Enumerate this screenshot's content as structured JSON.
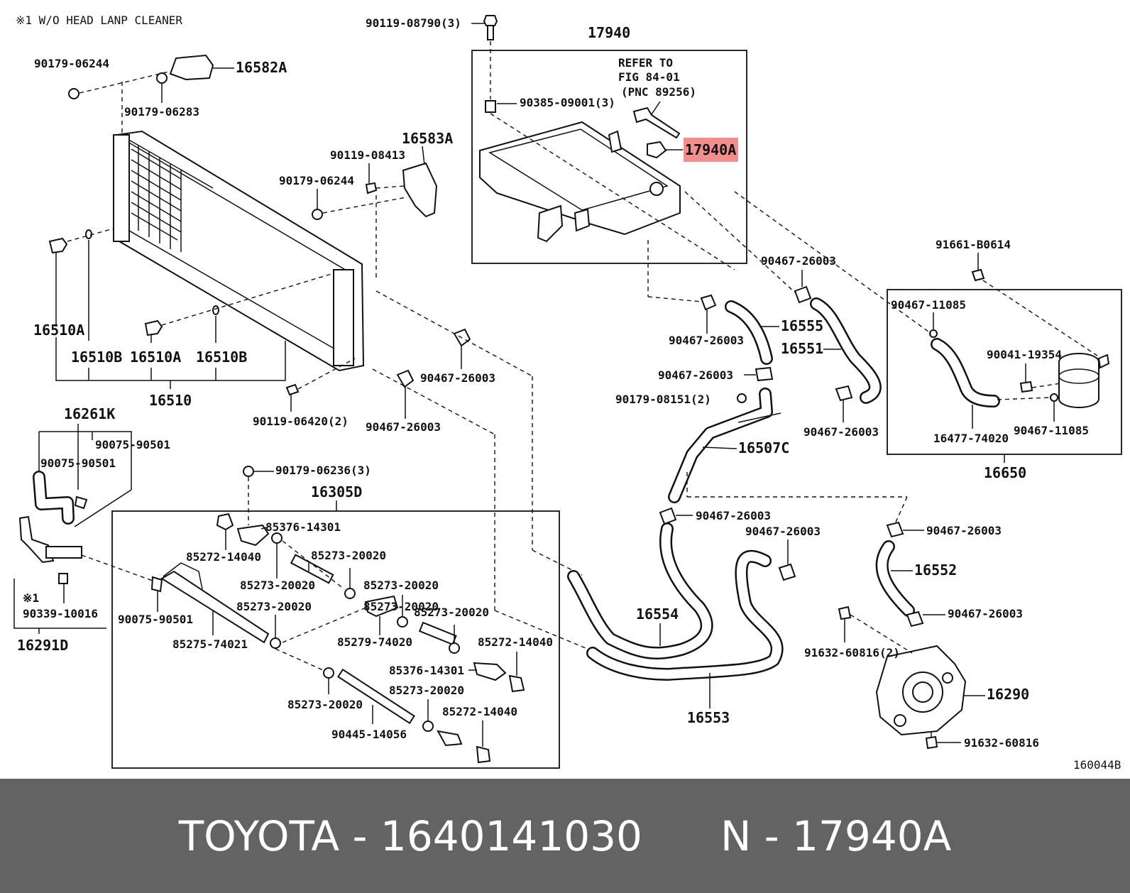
{
  "note": "※1 W/O HEAD LANP CLEANER",
  "refer": [
    "REFER TO",
    "FIG 84-01",
    "(PNC 89256)"
  ],
  "labels": {
    "p90119_08790": "90119-08790(3)",
    "p17940": "17940",
    "p90179_06244a": "90179-06244",
    "p16582A": "16582A",
    "p90179_06283": "90179-06283",
    "p90385_09001": "90385-09001(3)",
    "p17940A": "17940A",
    "p16583A": "16583A",
    "p90119_08413": "90119-08413",
    "p90179_06244b": "90179-06244",
    "p91661_B0614": "91661-B0614",
    "p90467_26003_a": "90467-26003",
    "p90467_11085_a": "90467-11085",
    "p16555": "16555",
    "p90467_26003_b": "90467-26003",
    "p16551": "16551",
    "p90041_19354": "90041-19354",
    "p16510A_a": "16510A",
    "p16510B_a": "16510B",
    "p16510A_b": "16510A",
    "p16510B_b": "16510B",
    "p16510": "16510",
    "p90467_26003_c": "90467-26003",
    "p90467_26003_d": "90467-26003",
    "p90179_08151": "90179-08151(2)",
    "p90467_26003_e": "90467-26003",
    "p16477_74020": "16477-74020",
    "p90467_11085_b": "90467-11085",
    "p16650": "16650",
    "p90119_06420": "90119-06420(2)",
    "p90467_26003_f": "90467-26003",
    "p16261K": "16261K",
    "p90075_90501_a": "90075-90501",
    "p90075_90501_b": "90075-90501",
    "p16507C": "16507C",
    "p90179_06236": "90179-06236(3)",
    "p16305D": "16305D",
    "p90467_26003_g": "90467-26003",
    "p90467_26003_h": "90467-26003",
    "p90467_26003_i": "90467-26003",
    "p85376_14301_a": "85376-14301",
    "p85272_14040_a": "85272-14040",
    "p85273_20020_a": "85273-20020",
    "p85273_20020_b": "85273-20020",
    "p85273_20020_c": "85273-20020",
    "p16552": "16552",
    "p85273_20020_d": "85273-20020",
    "p85273_20020_e": "85273-20020",
    "p16554": "16554",
    "p90467_26003_j": "90467-26003",
    "p90339_10016": "90339-10016",
    "p90075_90501_c": "90075-90501",
    "p85279_74020": "85279-74020",
    "p85272_14040_b": "85272-14040",
    "p16291D": "16291D",
    "p85275_74021": "85275-74021",
    "p85376_14301_b": "85376-14301",
    "p91632_60816_a": "91632-60816(2)",
    "p85273_20020_f": "85273-20020",
    "p85273_20020_g": "85273-20020",
    "p16290": "16290",
    "p85272_14040_c": "85272-14040",
    "p16553": "16553",
    "p90445_14056": "90445-14056",
    "p91632_60816_b": "91632-60816",
    "note1": "※1",
    "fig_code": "160044B"
  },
  "highlight_color": "#f28e8e",
  "footer": {
    "brand": "TOYOTA",
    "part_number": "1640141030",
    "ref": "N - 17940A",
    "sep": " - "
  }
}
